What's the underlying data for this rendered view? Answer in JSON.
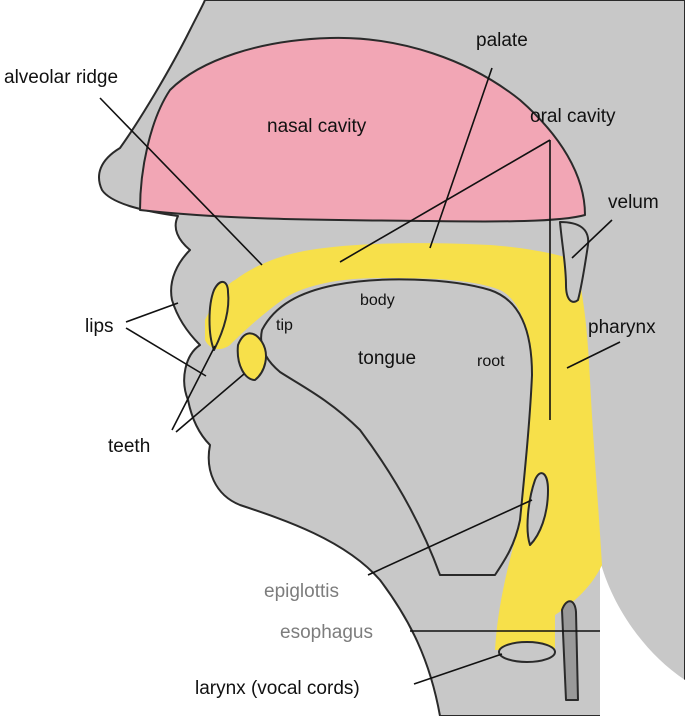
{
  "labels": {
    "alveolar_ridge": "alveolar ridge",
    "palate": "palate",
    "nasal_cavity": "nasal cavity",
    "oral_cavity": "oral cavity",
    "velum": "velum",
    "lips": "lips",
    "tip": "tip",
    "body": "body",
    "tongue": "tongue",
    "root": "root",
    "pharynx": "pharynx",
    "teeth": "teeth",
    "epiglottis": "epiglottis",
    "esophagus": "esophagus",
    "larynx": "larynx (vocal cords)"
  },
  "colors": {
    "tissue": "#c8c8c8",
    "nasal_cavity": "#f2a6b5",
    "airway": "#f7e04a",
    "outline": "#2a2a2a",
    "muted_label": "#7d7d7d"
  }
}
